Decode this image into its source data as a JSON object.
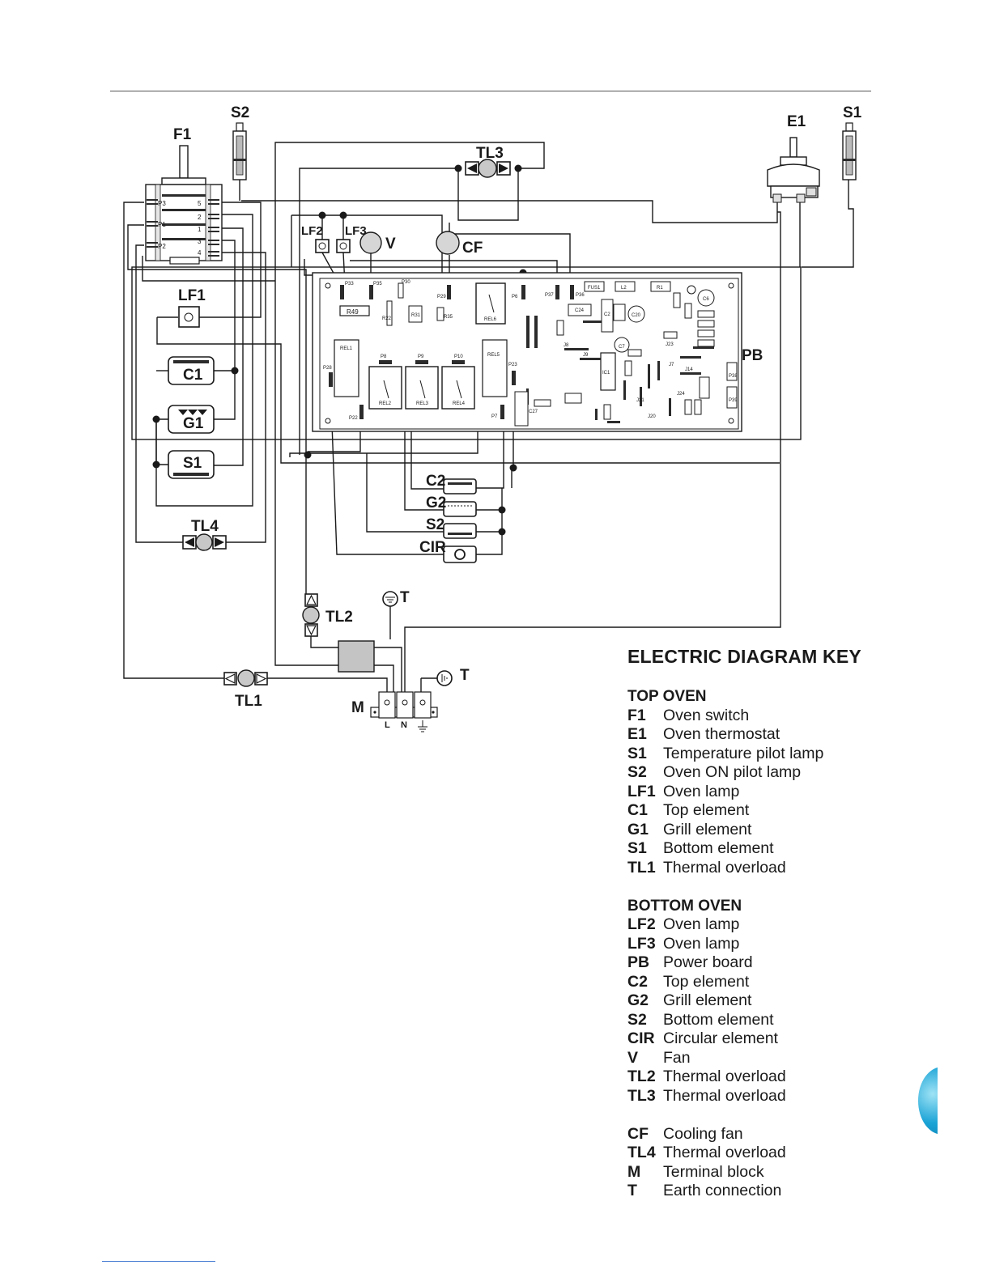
{
  "diagram": {
    "labels": {
      "F1": "F1",
      "S2_top": "S2",
      "E1": "E1",
      "S1_top": "S1",
      "TL3": "TL3",
      "LF2": "LF2",
      "LF3": "LF3",
      "V": "V",
      "CF": "CF",
      "LF1": "LF1",
      "C1": "C1",
      "G1": "G1",
      "S1": "S1",
      "TL4": "TL4",
      "PB": "PB",
      "C2": "C2",
      "G2": "G2",
      "S2": "S2",
      "CIR": "CIR",
      "TL2": "TL2",
      "T_upper": "T",
      "T_lower": "T",
      "TL1": "TL1",
      "M": "M"
    },
    "switch_terminals": [
      "P3",
      "P1",
      "P2",
      "5",
      "2",
      "1",
      "3",
      "4"
    ],
    "terminal_block": [
      "L",
      "N"
    ],
    "board_labels": [
      "P33",
      "P35",
      "P30",
      "P29",
      "P6",
      "P37",
      "P36",
      "FUS1",
      "L2",
      "R1",
      "R49",
      "R22",
      "R31",
      "R35",
      "REL6",
      "C6",
      "C24",
      "C2",
      "C20",
      "REL1",
      "P8",
      "P9",
      "P10",
      "REL5",
      "P23",
      "P28",
      "P22",
      "P7",
      "C27",
      "REL2",
      "REL3",
      "REL4",
      "P38",
      "P39",
      "J23",
      "J9",
      "J8",
      "J7",
      "J14",
      "J20",
      "J21",
      "J24",
      "C7",
      "IC1"
    ]
  },
  "key": {
    "title": "ELECTRIC DIAGRAM KEY",
    "sections": [
      {
        "title": "TOP OVEN",
        "items": [
          {
            "code": "F1",
            "desc": "Oven switch"
          },
          {
            "code": "E1",
            "desc": "Oven thermostat"
          },
          {
            "code": "S1",
            "desc": "Temperature pilot lamp"
          },
          {
            "code": "S2",
            "desc": "Oven ON pilot lamp"
          },
          {
            "code": "LF1",
            "desc": "Oven lamp"
          },
          {
            "code": "C1",
            "desc": "Top element"
          },
          {
            "code": "G1",
            "desc": "Grill element"
          },
          {
            "code": "S1",
            "desc": "Bottom element"
          },
          {
            "code": "TL1",
            "desc": "Thermal overload"
          }
        ]
      },
      {
        "title": "BOTTOM OVEN",
        "items": [
          {
            "code": "LF2",
            "desc": "Oven lamp"
          },
          {
            "code": "LF3",
            "desc": "Oven lamp"
          },
          {
            "code": "PB",
            "desc": "Power board"
          },
          {
            "code": "C2",
            "desc": "Top element"
          },
          {
            "code": "G2",
            "desc": "Grill element"
          },
          {
            "code": "S2",
            "desc": "Bottom element"
          },
          {
            "code": "CIR",
            "desc": "Circular element"
          },
          {
            "code": "V",
            "desc": "Fan"
          },
          {
            "code": "TL2",
            "desc": "Thermal overload"
          },
          {
            "code": "TL3",
            "desc": "Thermal overload"
          }
        ]
      },
      {
        "title": "",
        "items": [
          {
            "code": "CF",
            "desc": "Cooling fan"
          },
          {
            "code": "TL4",
            "desc": "Thermal overload"
          },
          {
            "code": "M",
            "desc": "Terminal block"
          },
          {
            "code": "T",
            "desc": "Earth connection"
          }
        ]
      }
    ]
  }
}
